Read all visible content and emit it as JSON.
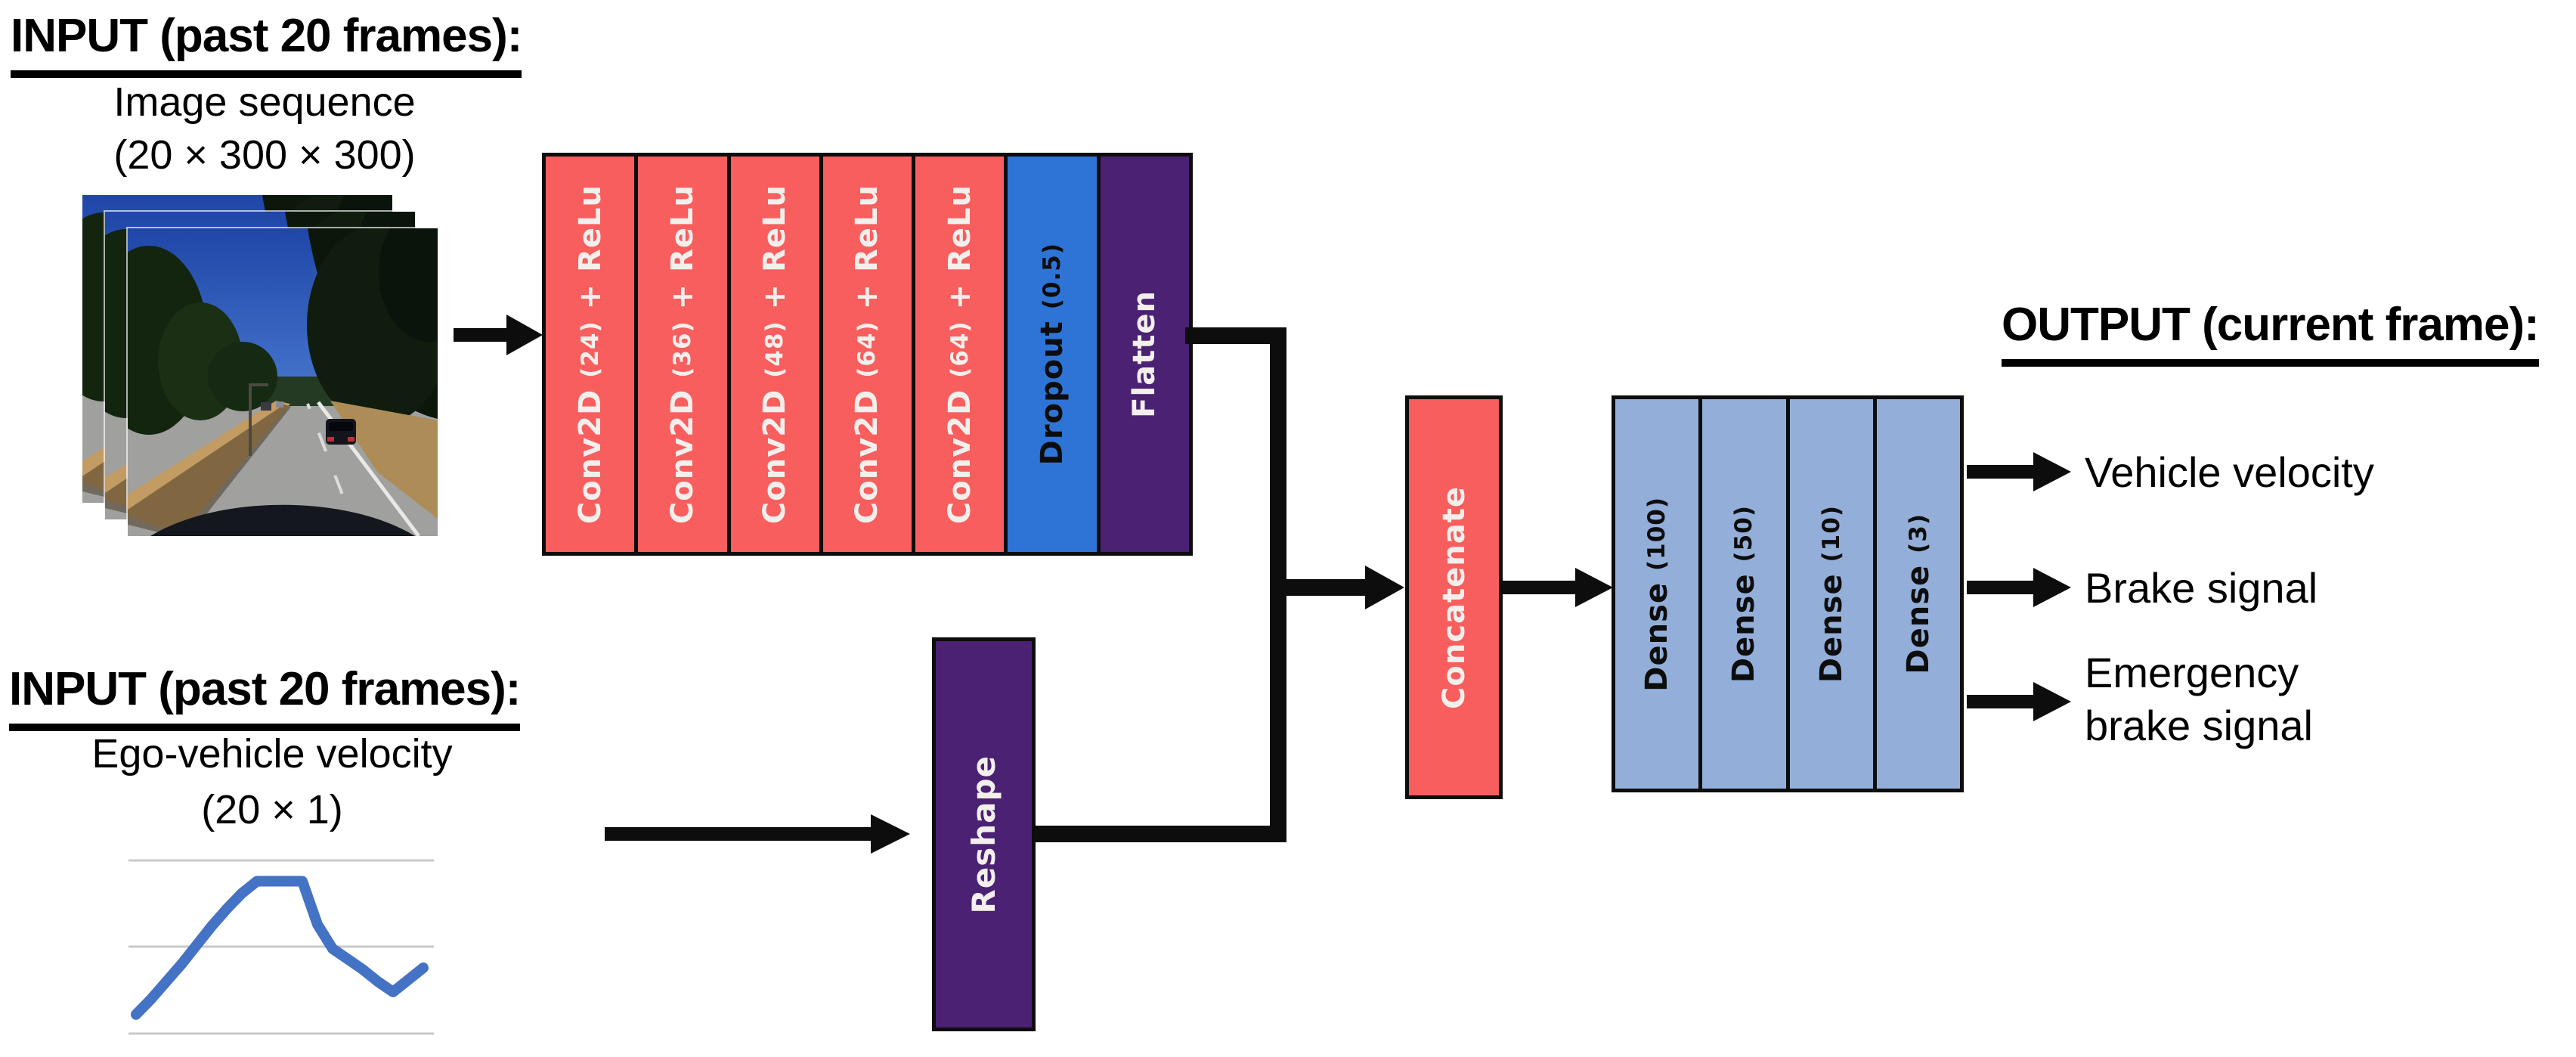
{
  "input_image": {
    "title": "INPUT (past 20 frames):",
    "subtitle": "Image sequence",
    "shape": "(20 × 300 × 300)"
  },
  "input_velocity": {
    "title": "INPUT (past 20 frames):",
    "subtitle": "Ego-vehicle velocity",
    "shape": "(20 × 1)"
  },
  "output": {
    "title": "OUTPUT (current frame):",
    "labels": [
      "Vehicle velocity",
      "Brake signal",
      "Emergency brake signal"
    ]
  },
  "pipeline1": [
    {
      "type": "conv",
      "pre": "Conv2D ",
      "param": "(24)",
      "post": " + ReLu"
    },
    {
      "type": "conv",
      "pre": "Conv2D ",
      "param": "(36)",
      "post": " + ReLu"
    },
    {
      "type": "conv",
      "pre": "Conv2D ",
      "param": "(48)",
      "post": " + ReLu"
    },
    {
      "type": "conv",
      "pre": "Conv2D ",
      "param": "(64)",
      "post": " + ReLu"
    },
    {
      "type": "conv",
      "pre": "Conv2D ",
      "param": "(64)",
      "post": " + ReLu"
    },
    {
      "type": "dropout",
      "pre": "Dropout ",
      "param": "(0.5)",
      "post": ""
    },
    {
      "type": "flatten",
      "pre": "Flatten",
      "param": "",
      "post": ""
    }
  ],
  "reshape_label": "Reshape",
  "concatenate_label": "Concatenate",
  "dense_layers": [
    {
      "type": "dense",
      "pre": "Dense ",
      "param": "(100)",
      "post": ""
    },
    {
      "type": "dense",
      "pre": "Dense ",
      "param": "(50)",
      "post": ""
    },
    {
      "type": "dense",
      "pre": "Dense ",
      "param": "(10)",
      "post": ""
    },
    {
      "type": "dense",
      "pre": "Dense ",
      "param": "(3)",
      "post": ""
    }
  ],
  "colors": {
    "conv_red": "#f85e5e",
    "dropout_blue": "#2e74d6",
    "purple": "#4a2173",
    "dense_blue": "#93afd9",
    "arrow_black": "#0d0d0d",
    "chart_line": "#4472c4",
    "chart_grid": "#c9c9c9"
  },
  "chart_data": {
    "type": "line",
    "title": "Ego-vehicle velocity, past 20 frames (20 × 1)",
    "xlabel": "",
    "ylabel": "",
    "x_count": 20,
    "values": [
      0.11,
      0.2,
      0.3,
      0.4,
      0.51,
      0.62,
      0.72,
      0.81,
      0.88,
      0.88,
      0.88,
      0.88,
      0.63,
      0.49,
      0.43,
      0.37,
      0.3,
      0.24,
      0.31,
      0.38
    ],
    "ylim": [
      0,
      1
    ],
    "gridlines": 3,
    "legend": false,
    "axes_hidden": true
  }
}
